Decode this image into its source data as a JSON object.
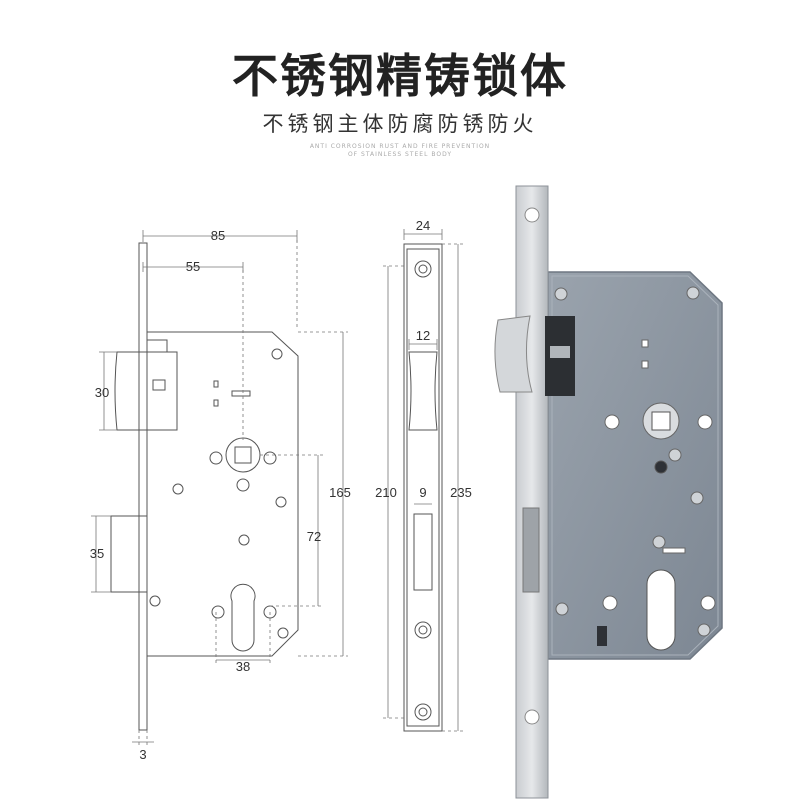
{
  "heading": {
    "title": "不锈钢精铸锁体",
    "subtitle": "不锈钢主体防腐防锈防火",
    "caption_line1": "ANTI CORROSION RUST AND FIRE PREVENTION",
    "caption_line2": "OF STAINLESS STEEL BODY"
  },
  "dimensions": {
    "d85": "85",
    "d55": "55",
    "d30": "30",
    "d35": "35",
    "d165": "165",
    "d72": "72",
    "d38": "38",
    "d3": "3",
    "d24": "24",
    "d12": "12",
    "d210": "210",
    "d9": "9",
    "d235": "235"
  }
}
